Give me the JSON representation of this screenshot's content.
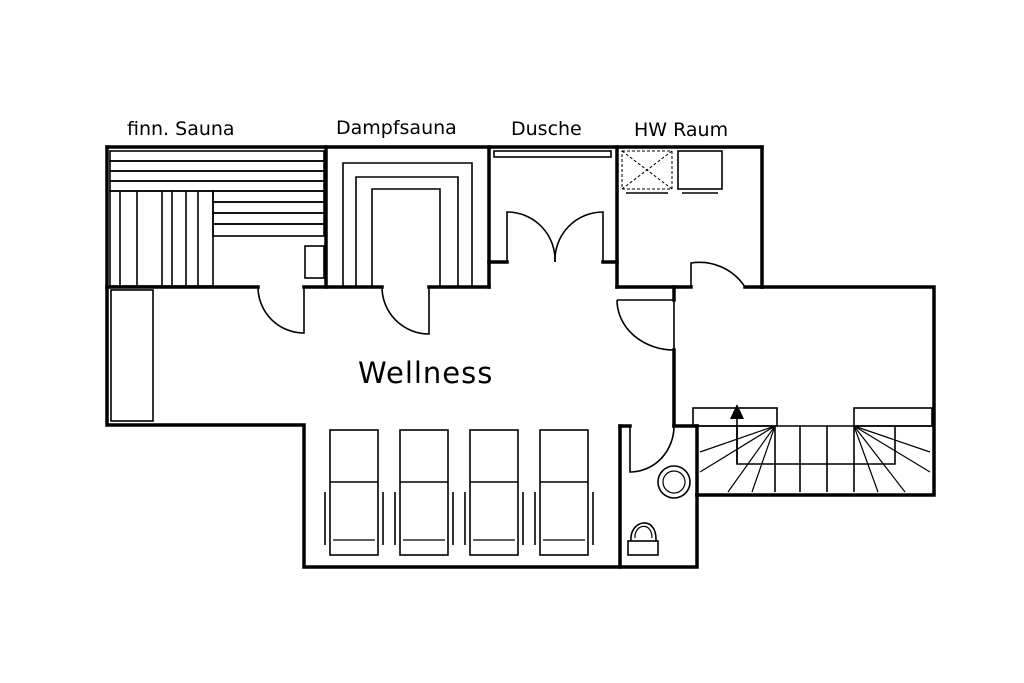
{
  "floor_plan": {
    "rooms": {
      "finn_sauna": "finn. Sauna",
      "dampfsauna": "Dampfsauna",
      "dusche": "Dusche",
      "hw_raum": "HW Raum",
      "wellness": "Wellness"
    }
  }
}
